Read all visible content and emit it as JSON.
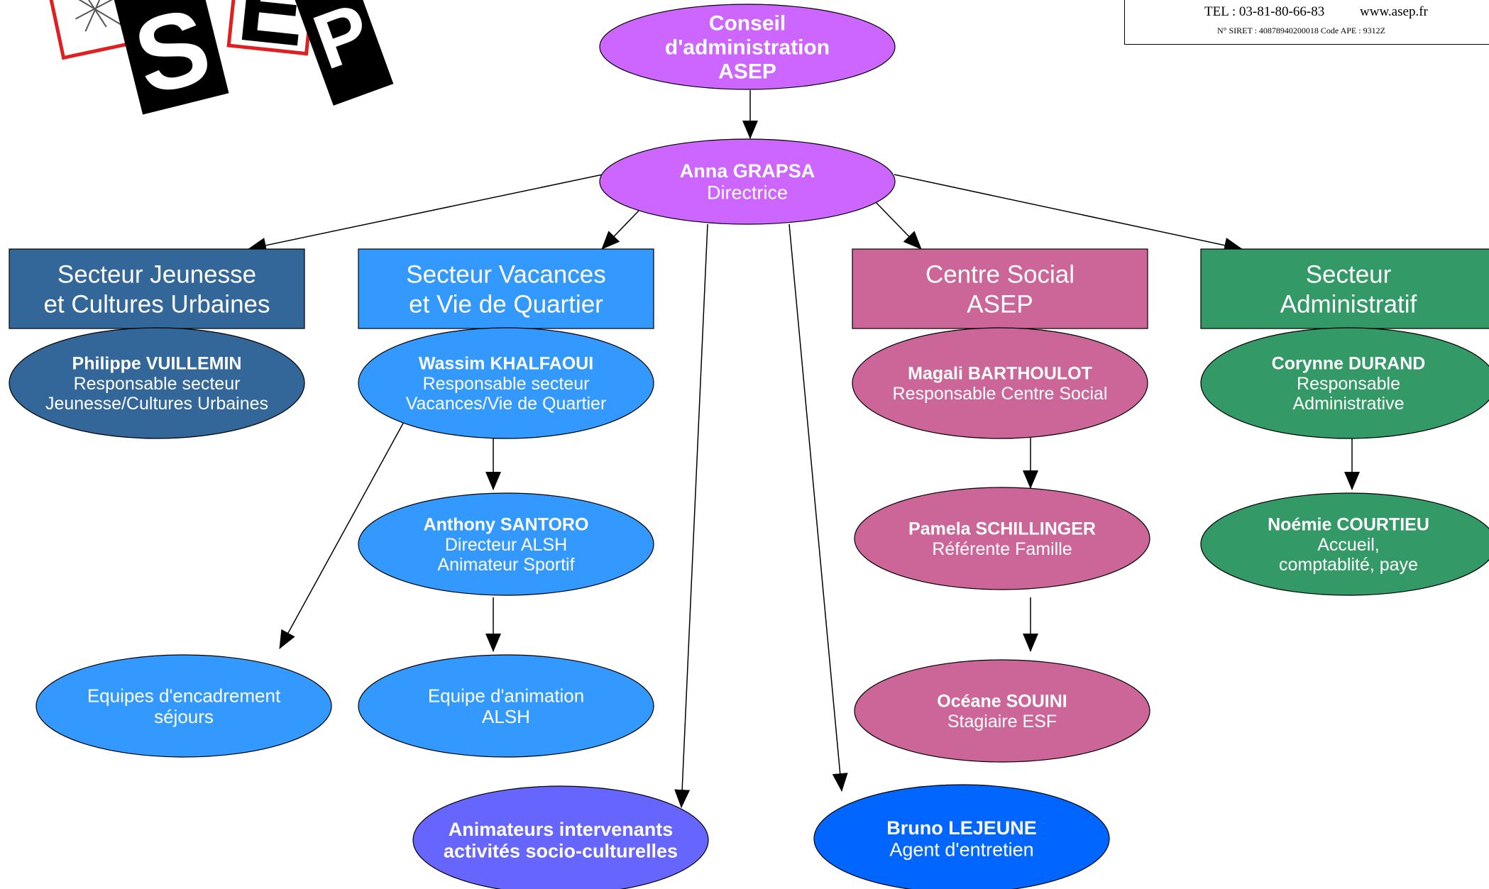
{
  "header": {
    "logo_text": "ASEP",
    "tel": "TEL : 03-81-80-66-83",
    "web": "www.asep.fr",
    "siret": "N° SIRET : 40878940200018 Code APE : 9312Z"
  },
  "colors": {
    "direction": "#cc66ff",
    "jeunesse": "#336699",
    "vacances": "#3399ff",
    "centre_social": "#cc6699",
    "administratif": "#339966",
    "animateurs": "#6666ff",
    "entretien": "#0066ff",
    "edge": "#000000"
  },
  "nodes": {
    "conseil": {
      "name": "Conseil\nd'administration\nASEP"
    },
    "directrice": {
      "name": "Anna GRAPSA",
      "role": "Directrice"
    },
    "sect_jeunesse": {
      "title": "Secteur Jeunesse\net Cultures Urbaines"
    },
    "sect_vacances": {
      "title": "Secteur Vacances\net Vie de Quartier"
    },
    "sect_centre": {
      "title": "Centre Social\nASEP"
    },
    "sect_admin": {
      "title": "Secteur\nAdministratif"
    },
    "philippe": {
      "name": "Philippe VUILLEMIN",
      "role": "Responsable secteur\nJeunesse/Cultures Urbaines"
    },
    "wassim": {
      "name": "Wassim KHALFAOUI",
      "role": "Responsable secteur\nVacances/Vie de Quartier"
    },
    "magali": {
      "name": "Magali BARTHOULOT",
      "role": "Responsable Centre Social"
    },
    "corynne": {
      "name": "Corynne DURAND",
      "role": "Responsable\nAdministrative"
    },
    "anthony": {
      "name": "Anthony SANTORO",
      "role": "Directeur ALSH\nAnimateur Sportif"
    },
    "pamela": {
      "name": "Pamela SCHILLINGER",
      "role": "Référente Famille"
    },
    "noemie": {
      "name": "Noémie COURTIEU",
      "role": "Accueil,\ncomptablité, paye"
    },
    "equipes_sejours": {
      "role": "Equipes d'encadrement\nséjours"
    },
    "equipe_alsh": {
      "role": "Equipe d'animation\nALSH"
    },
    "oceane": {
      "name": "Océane SOUINI",
      "role": "Stagiaire ESF"
    },
    "animateurs": {
      "name": "Animateurs intervenants\nactivités socio-culturelles"
    },
    "bruno": {
      "name": "Bruno LEJEUNE",
      "role": "Agent d'entretien"
    }
  },
  "edges": [
    [
      "conseil",
      "directrice"
    ],
    [
      "directrice",
      "sect_jeunesse"
    ],
    [
      "directrice",
      "sect_vacances"
    ],
    [
      "directrice",
      "sect_centre"
    ],
    [
      "directrice",
      "sect_admin"
    ],
    [
      "directrice",
      "animateurs"
    ],
    [
      "directrice",
      "bruno"
    ],
    [
      "wassim",
      "equipes_sejours"
    ],
    [
      "wassim",
      "anthony"
    ],
    [
      "anthony",
      "equipe_alsh"
    ],
    [
      "magali",
      "pamela"
    ],
    [
      "pamela",
      "oceane"
    ],
    [
      "corynne",
      "noemie"
    ]
  ]
}
